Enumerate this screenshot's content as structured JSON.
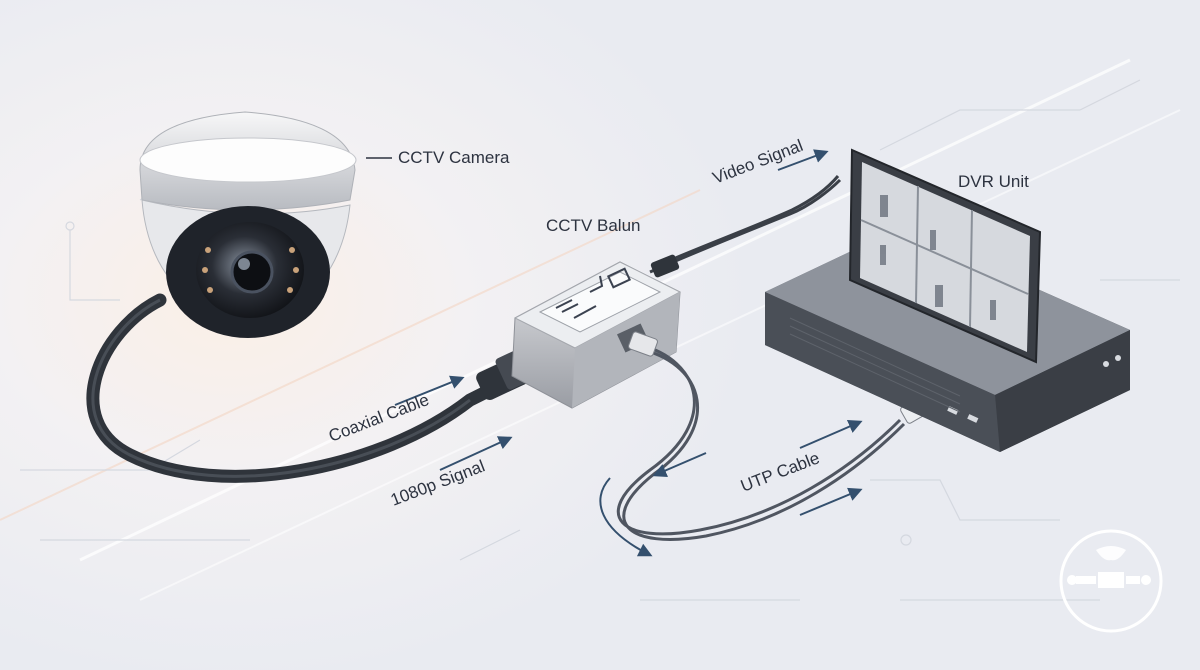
{
  "labels": {
    "camera": "CCTV Camera",
    "dvr": "DVR Unit",
    "balun": "CCTV Balun",
    "video_signal": "Video Signal",
    "coaxial_cable": "Coaxial Cable",
    "signal_1080p": "1080p Signal",
    "utp_cable": "UTP Cable"
  },
  "colors": {
    "cable": "#3a3f47",
    "device": "#c9cbd0",
    "text": "#2d3340",
    "accent": "#34506e"
  }
}
